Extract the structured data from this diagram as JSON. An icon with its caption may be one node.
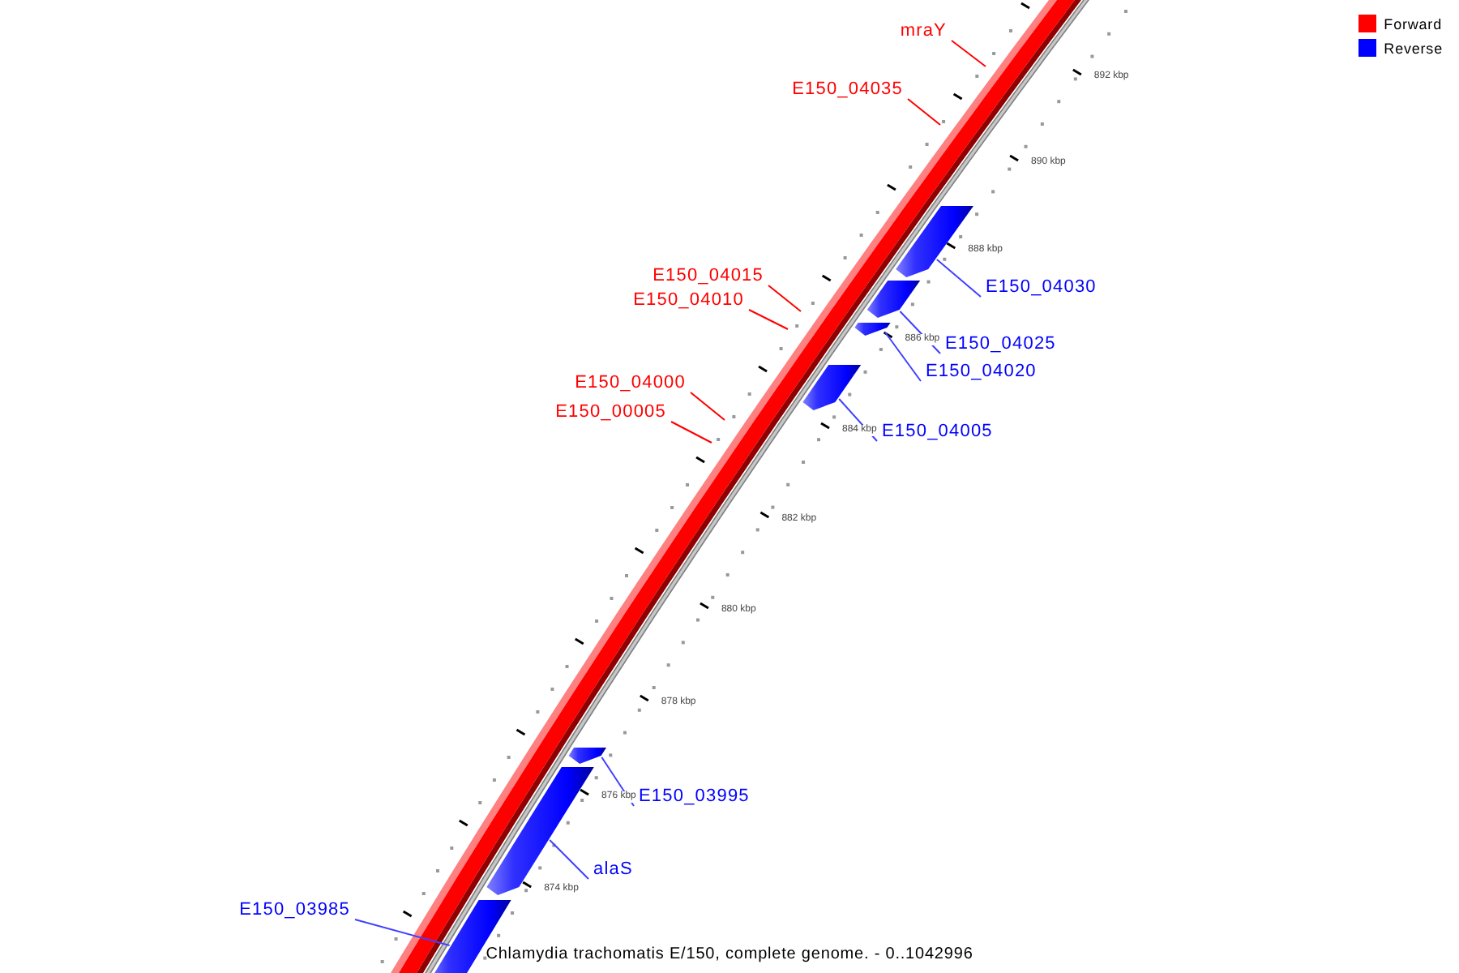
{
  "diagram": {
    "caption": "Chlamydia trachomatis E/150, complete genome. - 0..1042996",
    "nodes": [
      {
        "text": [
          "mraY"
        ]
      },
      {
        "text": [
          "E150_04035"
        ]
      },
      {
        "text": [
          "E150_04015"
        ]
      },
      {
        "text": [
          "E150_04010"
        ]
      },
      {
        "text": [
          "E150_04030"
        ]
      },
      {
        "text": [
          "E150_04025"
        ]
      },
      {
        "text": [
          "E150_04020"
        ]
      },
      {
        "text": [
          "E150_04000"
        ]
      },
      {
        "text": [
          "E150_00005"
        ]
      },
      {
        "text": [
          "E150_04005"
        ]
      },
      {
        "text": [
          "E150_03995"
        ]
      },
      {
        "text": [
          "alaS"
        ]
      },
      {
        "text": [
          "E150_03985"
        ]
      },
      {
        "text": [],
        "shape": "bar"
      },
      {
        "text": [],
        "shape": "bar"
      },
      {
        "text": [],
        "shape": "bar"
      },
      {
        "text": [],
        "shape": "bar"
      },
      {
        "text": [],
        "shape": "bar"
      },
      {
        "text": [],
        "shape": "bar"
      },
      {
        "text": [],
        "shape": "bar"
      }
    ],
    "edges": [
      {
        "from": 0,
        "to": null,
        "arrow": "none",
        "color": "#ff0000"
      },
      {
        "from": 1,
        "to": null,
        "arrow": "none",
        "color": "#ff0000"
      },
      {
        "from": 2,
        "to": null,
        "arrow": "none",
        "color": "#ff0000"
      },
      {
        "from": 3,
        "to": null,
        "arrow": "none",
        "color": "#ff0000"
      },
      {
        "from": 4,
        "to": 13,
        "arrow": "none"
      },
      {
        "from": 5,
        "to": 14,
        "arrow": "none"
      },
      {
        "from": 6,
        "to": 15,
        "arrow": "none"
      },
      {
        "from": 7,
        "to": null,
        "arrow": "none",
        "color": "#ff0000"
      },
      {
        "from": 8,
        "to": null,
        "arrow": "none",
        "color": "#ff0000"
      },
      {
        "from": 9,
        "to": 16,
        "arrow": "none"
      },
      {
        "from": 10,
        "to": 17,
        "arrow": "none"
      },
      {
        "from": 11,
        "to": 18,
        "arrow": "none"
      },
      {
        "from": 12,
        "to": 19,
        "arrow": "none"
      }
    ],
    "labels": [
      "892 kbp",
      "890 kbp",
      "888 kbp",
      "886 kbp",
      "884 kbp",
      "882 kbp",
      "880 kbp",
      "878 kbp",
      "876 kbp",
      "874 kbp"
    ],
    "legend": [
      {
        "text": "Forward",
        "color": "#ff0000"
      },
      {
        "text": "Reverse",
        "color": "#0000ff"
      }
    ]
  }
}
